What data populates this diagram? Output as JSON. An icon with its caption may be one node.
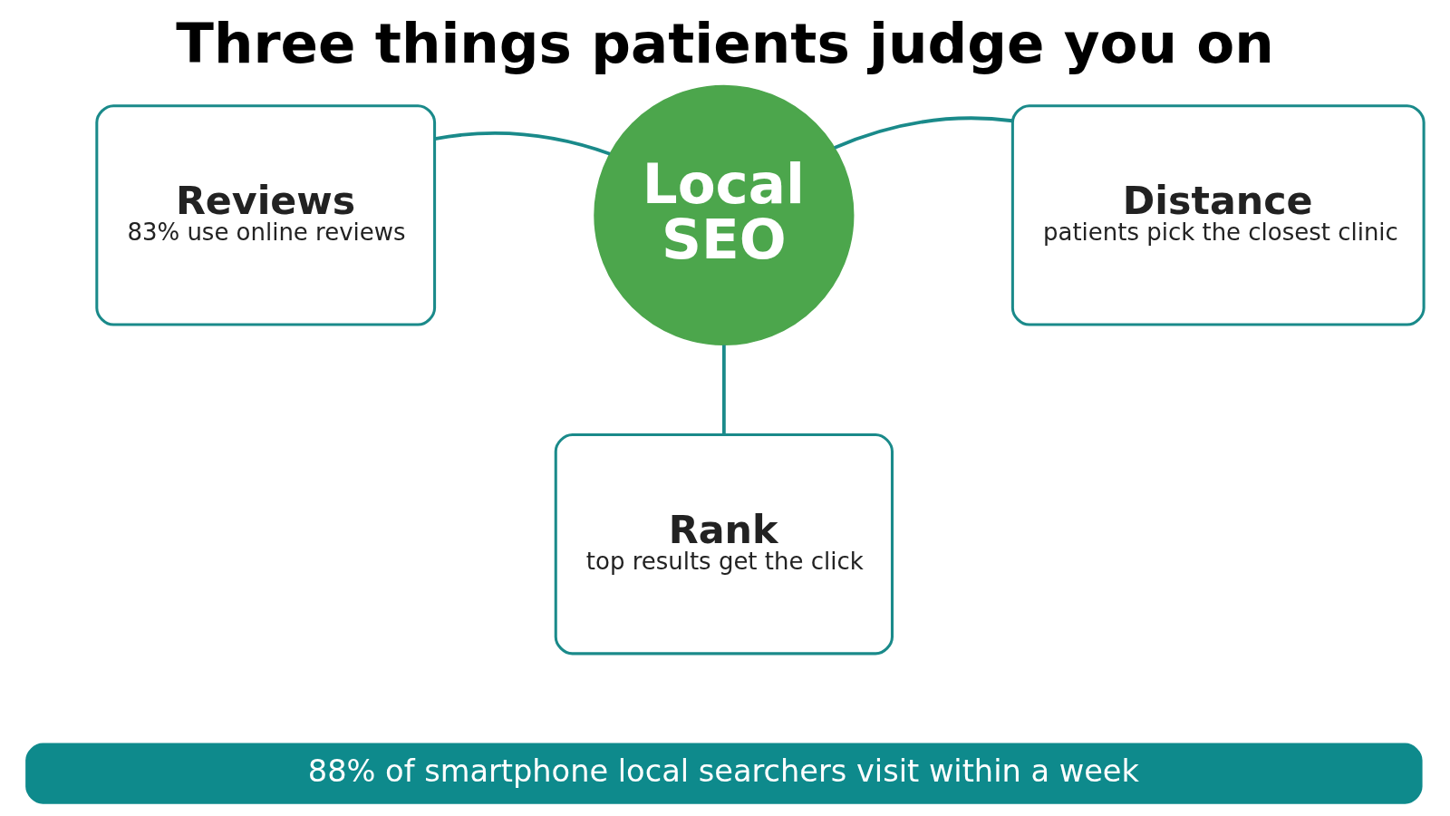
{
  "diagram": {
    "title": "Three things patients judge you on",
    "nodes": [
      {
        "text": [
          "Local SEO"
        ]
      },
      {
        "text": [
          "Reviews",
          "83% use online reviews"
        ]
      },
      {
        "text": [
          "Distance",
          "patients pick the closest clinic"
        ]
      },
      {
        "text": [
          "Rank",
          "top results get the click"
        ]
      },
      {
        "text": [
          "88% of smartphone local searchers visit within a week"
        ]
      }
    ],
    "edges": [
      {
        "from": 0,
        "to": 1,
        "arrow": "none"
      },
      {
        "from": 0,
        "to": 2,
        "arrow": "none"
      },
      {
        "from": 0,
        "to": 3,
        "arrow": "none"
      }
    ]
  }
}
